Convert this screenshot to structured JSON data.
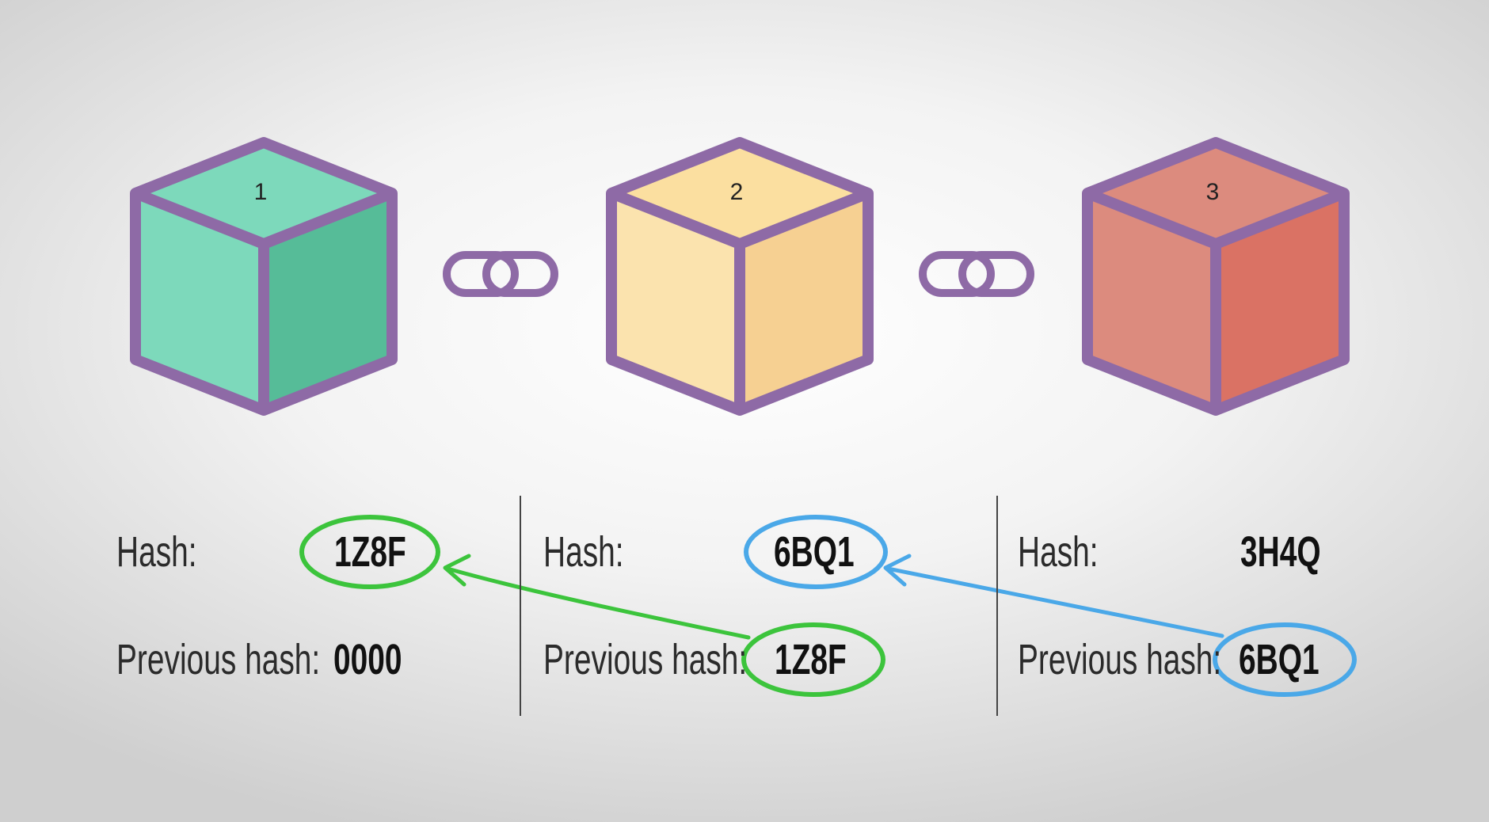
{
  "colors": {
    "outline": "#8e6aa6",
    "green": "#3cc43c",
    "blue": "#4aa8e8"
  },
  "blocks": [
    {
      "number": "1",
      "colors": {
        "top": "#7dd9bb",
        "left": "#7dd9bb",
        "right": "#56bc98"
      },
      "hash_label": "Hash:",
      "hash": "1Z8F",
      "prev_label": "Previous hash:",
      "prev_hash": "0000"
    },
    {
      "number": "2",
      "colors": {
        "top": "#fbdfa0",
        "left": "#fbe3ae",
        "right": "#f6d092"
      },
      "hash_label": "Hash:",
      "hash": "6BQ1",
      "prev_label": "Previous hash:",
      "prev_hash": "1Z8F"
    },
    {
      "number": "3",
      "colors": {
        "top": "#dc8b7e",
        "left": "#dc8b7e",
        "right": "#da7264"
      },
      "hash_label": "Hash:",
      "hash": "3H4Q",
      "prev_label": "Previous hash:",
      "prev_hash": "6BQ1"
    }
  ],
  "links": [
    "chain-link-icon",
    "chain-link-icon"
  ]
}
